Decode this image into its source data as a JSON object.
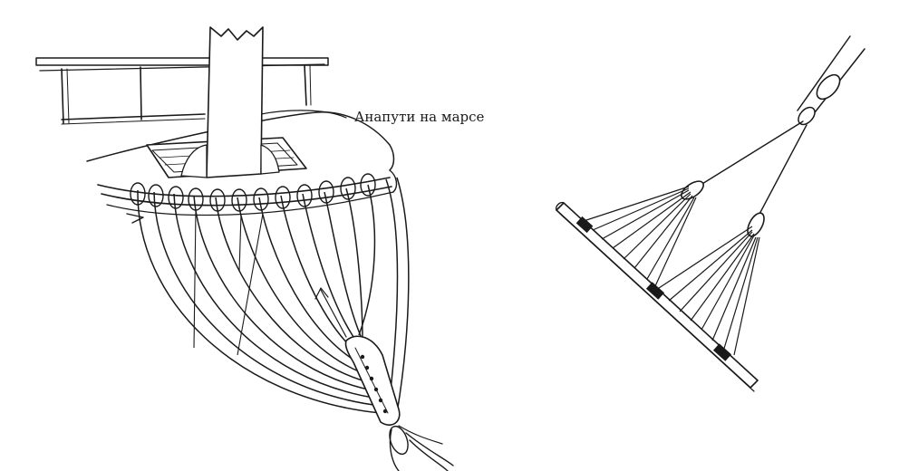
{
  "annotation": {
    "top_label": "Анапути на марсе"
  },
  "colors": {
    "ink": "#1a1a1a",
    "paper": "#ffffff"
  },
  "figures": [
    {
      "name": "crowsfeet-on-top",
      "description_icon": "top-platform-rigging-illustration"
    },
    {
      "name": "crowsfeet-to-spar",
      "description_icon": "spar-rigging-illustration"
    }
  ]
}
